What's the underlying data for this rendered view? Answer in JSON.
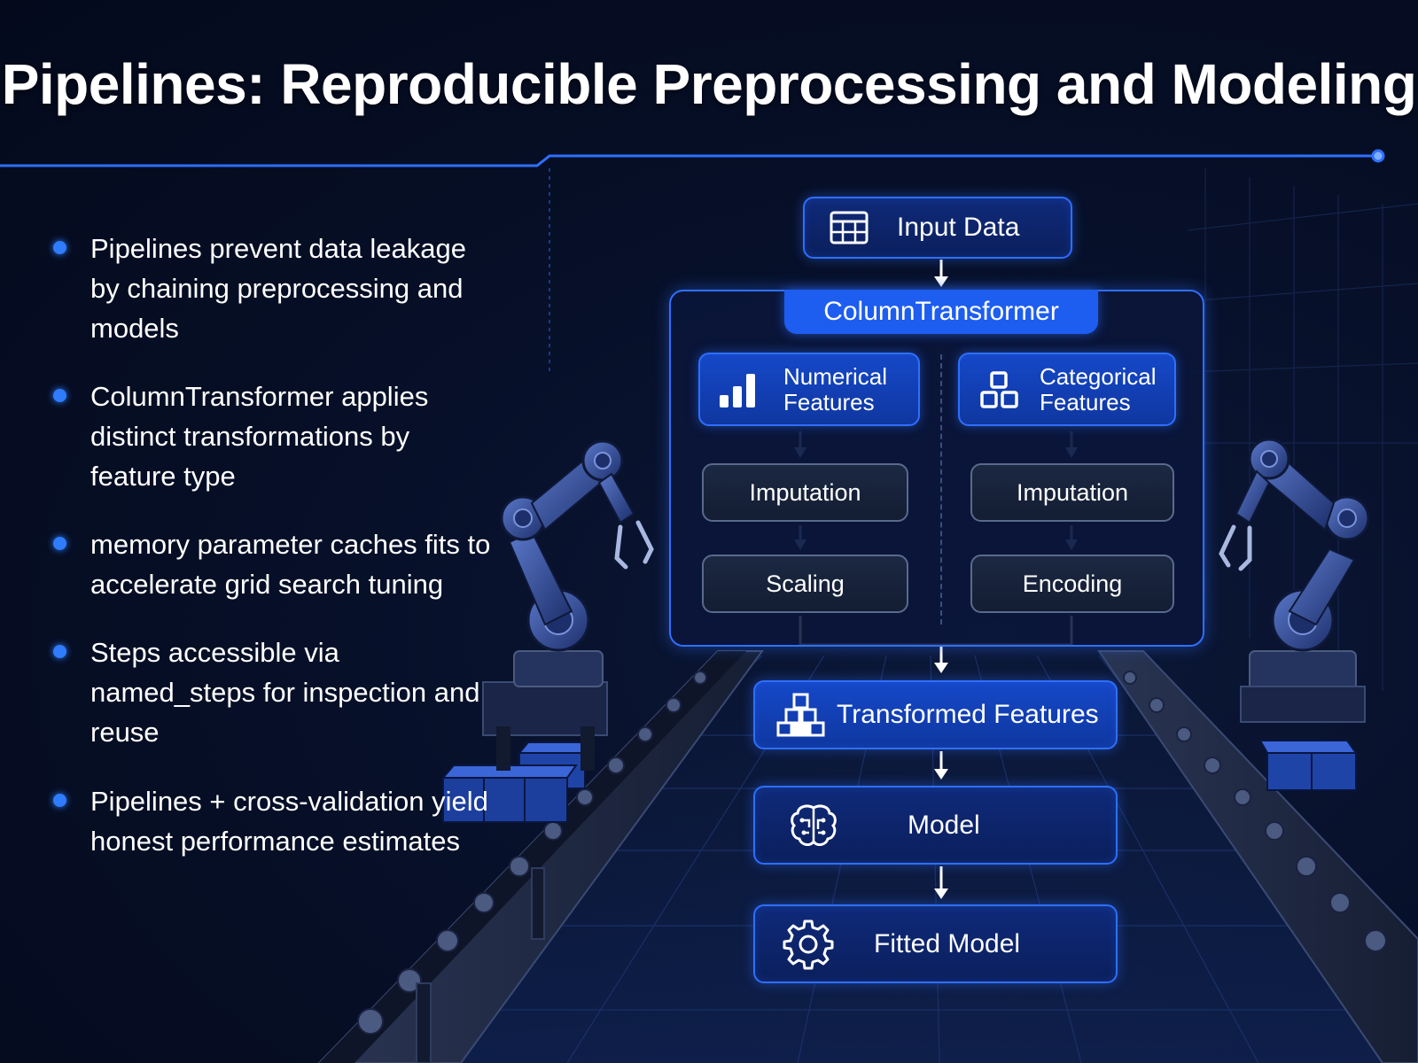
{
  "title": "Pipelines: Reproducible Preprocessing and Modeling",
  "bullets": [
    "Pipelines prevent data leakage by chaining preprocessing and models",
    "ColumnTransformer applies distinct transformations by feature type",
    "memory parameter caches fits to accelerate grid search tuning",
    "Steps accessible via named_steps for inspection and reuse",
    "Pipelines + cross-validation yield honest performance estimates"
  ],
  "diagram": {
    "input": {
      "label": "Input Data",
      "icon": "table-icon"
    },
    "column_transformer": {
      "label": "ColumnTransformer",
      "numerical": {
        "label_line1": "Numerical",
        "label_line2": "Features",
        "icon": "bar-chart-icon",
        "steps": [
          "Imputation",
          "Scaling"
        ]
      },
      "categorical": {
        "label_line1": "Categorical",
        "label_line2": "Features",
        "icon": "blocks-icon",
        "steps": [
          "Imputation",
          "Encoding"
        ]
      }
    },
    "transformed": {
      "label": "Transformed Features",
      "icon": "cubes-icon"
    },
    "model": {
      "label": "Model",
      "icon": "brain-icon"
    },
    "fitted": {
      "label": "Fitted Model",
      "icon": "gear-icon"
    }
  },
  "colors": {
    "accent": "#2e6fff",
    "bullet_dot": "#2f7cff",
    "background": "#071029",
    "step_border": "#5a6a8c"
  }
}
